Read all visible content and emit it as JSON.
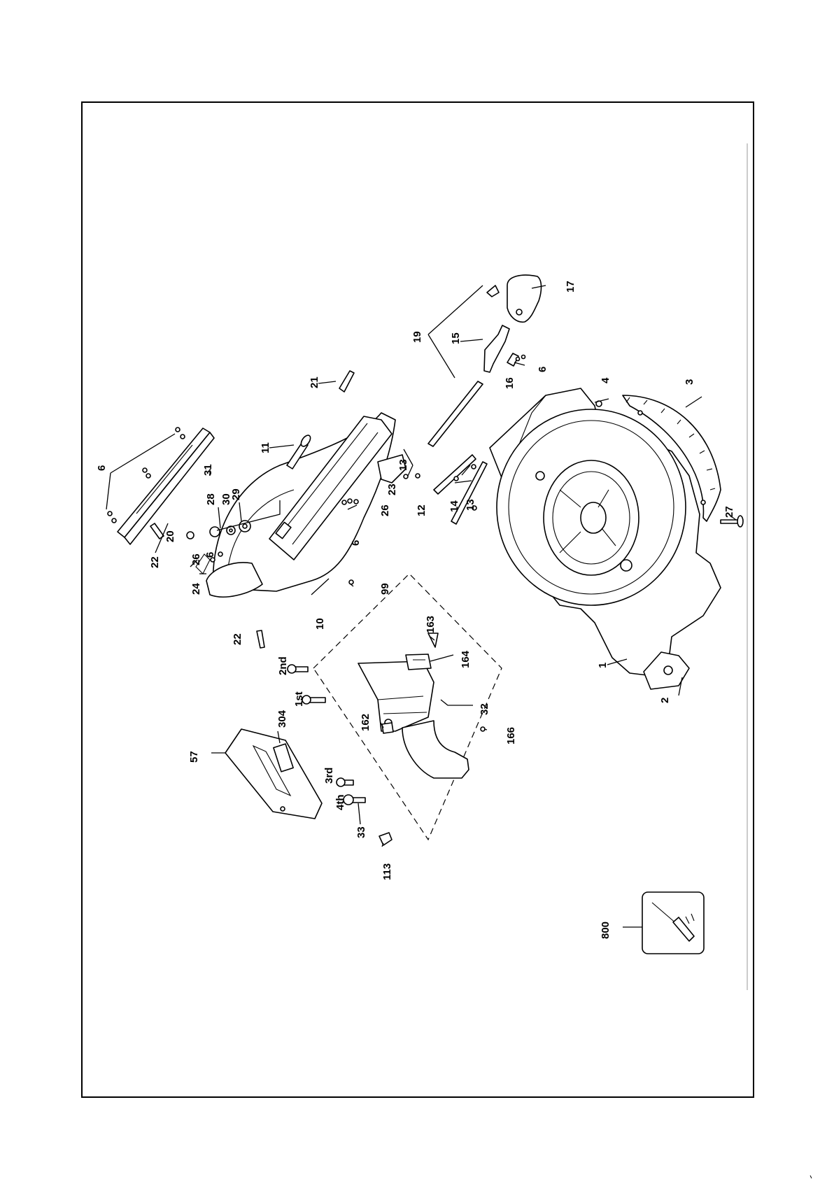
{
  "diagram": {
    "callouts": {
      "c1": "1",
      "c2": "2",
      "c3": "3",
      "c4": "4",
      "c6a": "6",
      "c6b": "6",
      "c6c": "6",
      "c6d": "6",
      "c10": "10",
      "c11": "11",
      "c12": "12",
      "c13a": "13",
      "c13b": "13",
      "c14": "14",
      "c15": "15",
      "c16": "16",
      "c17": "17",
      "c19": "19",
      "c20": "20",
      "c21": "21",
      "c22a": "22",
      "c22b": "22",
      "c23": "23",
      "c24": "24",
      "c26a": "26",
      "c26b": "26",
      "c27": "27",
      "c28": "28",
      "c29": "29",
      "c30": "30",
      "c31": "31",
      "c32": "32",
      "c33": "33",
      "c57": "57",
      "c99": "99",
      "c113": "113",
      "c162": "162",
      "c163": "163",
      "c164": "164",
      "c166": "166",
      "c304": "304",
      "c800": "800",
      "c1st": "1st",
      "c2nd": "2nd",
      "c3rd": "3rd",
      "c4th": "4th"
    }
  }
}
